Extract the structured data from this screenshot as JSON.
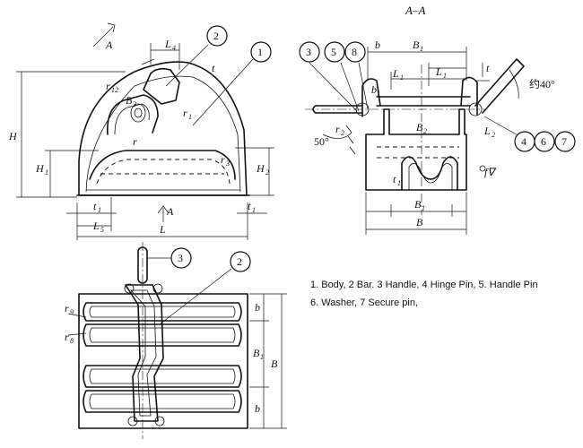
{
  "section_title": "A–A",
  "view_marker": "A",
  "dims": {
    "H": "H",
    "H1": "H",
    "H2": "H",
    "L": "L",
    "L4": "L",
    "L5": "L",
    "t": "t",
    "t1": "t",
    "b": "b",
    "B": "B",
    "B1": "B",
    "B2": "B",
    "L1": "L",
    "L2": "L",
    "r": "r",
    "r1": "r",
    "r2": "r",
    "r3": "r",
    "r12": "r",
    "r8": "r",
    "r9": "r",
    "B3": "B"
  },
  "subs": {
    "one": "1",
    "two": "2",
    "three": "3",
    "four": "4",
    "five": "5",
    "eight": "8",
    "nine": "9",
    "twelve": "12"
  },
  "angle_50": "50°",
  "angle_40": "约40°",
  "finish_mark": "f∇",
  "balloons": {
    "b1": "1",
    "b2": "2",
    "b3": "3",
    "b4": "4",
    "b5": "5",
    "b6": "6",
    "b7": "7",
    "b8": "8"
  },
  "legend": {
    "line1": "1. Body, 2 Bar. 3 Handle, 4 Hinge Pin, 5. Handle Pin",
    "line2": "6. Washer, 7 Secure pin,"
  }
}
